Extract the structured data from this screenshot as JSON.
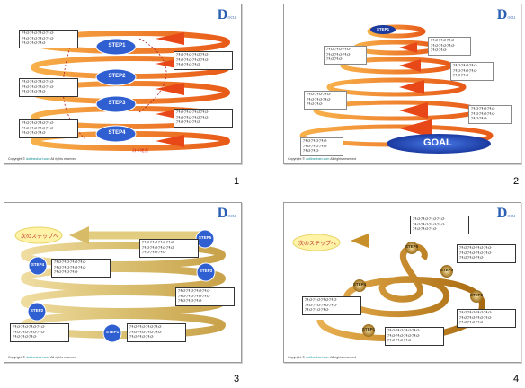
{
  "logo": {
    "letter": "D",
    "sub": "ocu"
  },
  "footer": {
    "prefix": "Copyright ©",
    "link": "dotlinechart.com",
    "suffix": "All rights reserved"
  },
  "slides": [
    {
      "number": "1",
      "steps": [
        "STEP1",
        "STEP2",
        "STEP3",
        "STEP4"
      ],
      "note": "ｽﾀｰﾄ地点",
      "boxes": [
        [
          "ﾃｷｽﾄﾃｷｽﾄﾃｷｽﾄﾃｷｽﾄ",
          "ﾃｷｽﾄﾃｷｽﾄﾃｷｽﾄﾃｷｽﾄ",
          "ﾃｷｽﾄﾃｷｽﾄﾃｷｽﾄ"
        ],
        [
          "ﾃｷｽﾄﾃｷｽﾄﾃｷｽﾄﾃｷｽﾄ",
          "ﾃｷｽﾄﾃｷｽﾄﾃｷｽﾄﾃｷｽﾄ",
          "ﾃｷｽﾄﾃｷｽﾄﾃｷｽﾄ"
        ],
        [
          "ﾃｷｽﾄﾃｷｽﾄﾃｷｽﾄﾃｷｽﾄ",
          "ﾃｷｽﾄﾃｷｽﾄﾃｷｽﾄﾃｷｽﾄ",
          "ﾃｷｽﾄﾃｷｽﾄﾃｷｽﾄ"
        ],
        [
          "ﾃｷｽﾄﾃｷｽﾄﾃｷｽﾄﾃｷｽﾄ",
          "ﾃｷｽﾄﾃｷｽﾄﾃｷｽﾄﾃｷｽﾄ",
          "ﾃｷｽﾄﾃｷｽﾄﾃｷｽﾄ"
        ],
        [
          "ﾃｷｽﾄﾃｷｽﾄﾃｷｽﾄﾃｷｽﾄ",
          "ﾃｷｽﾄﾃｷｽﾄﾃｷｽﾄﾃｷｽﾄ",
          "ﾃｷｽﾄﾃｷｽﾄﾃｷｽﾄ"
        ]
      ]
    },
    {
      "number": "2",
      "steps": [
        "STEP1"
      ],
      "goal": "GOAL",
      "boxes": [
        [
          "ﾃｷｽﾄﾃｷｽﾄﾃｷｽﾄ",
          "ﾃｷｽﾄﾃｷｽﾄﾃｷｽﾄ",
          "ﾃｷｽﾄﾃｷｽﾄ"
        ],
        [
          "ﾃｷｽﾄﾃｷｽﾄﾃｷｽﾄ",
          "ﾃｷｽﾄﾃｷｽﾄﾃｷｽﾄ",
          "ﾃｷｽﾄﾃｷｽﾄ"
        ],
        [
          "ﾃｷｽﾄﾃｷｽﾄﾃｷｽﾄ",
          "ﾃｷｽﾄﾃｷｽﾄﾃｷｽﾄ",
          "ﾃｷｽﾄﾃｷｽﾄ"
        ],
        [
          "ﾃｷｽﾄﾃｷｽﾄﾃｷｽﾄ",
          "ﾃｷｽﾄﾃｷｽﾄﾃｷｽﾄ",
          "ﾃｷｽﾄﾃｷｽﾄ"
        ],
        [
          "ﾃｷｽﾄﾃｷｽﾄﾃｷｽﾄ",
          "ﾃｷｽﾄﾃｷｽﾄﾃｷｽﾄ",
          "ﾃｷｽﾄﾃｷｽﾄ"
        ],
        [
          "ﾃｷｽﾄﾃｷｽﾄﾃｷｽﾄ",
          "ﾃｷｽﾄﾃｷｽﾄﾃｷｽﾄ",
          "ﾃｷｽﾄﾃｷｽﾄ"
        ]
      ]
    },
    {
      "number": "3",
      "next": "次のステップへ",
      "steps": [
        "STEP5",
        "STEP4",
        "STEP3",
        "STEP2",
        "STEP1"
      ],
      "boxes": [
        [
          "ﾃｷｽﾄﾃｷｽﾄﾃｷｽﾄﾃｷｽﾄ",
          "ﾃｷｽﾄﾃｷｽﾄﾃｷｽﾄﾃｷｽﾄ",
          "ﾃｷｽﾄﾃｷｽﾄﾃｷｽﾄ"
        ],
        [
          "ﾃｷｽﾄﾃｷｽﾄﾃｷｽﾄﾃｷｽﾄ",
          "ﾃｷｽﾄﾃｷｽﾄﾃｷｽﾄﾃｷｽﾄ",
          "ﾃｷｽﾄﾃｷｽﾄﾃｷｽﾄ"
        ],
        [
          "ﾃｷｽﾄﾃｷｽﾄﾃｷｽﾄﾃｷｽﾄ",
          "ﾃｷｽﾄﾃｷｽﾄﾃｷｽﾄﾃｷｽﾄ",
          "ﾃｷｽﾄﾃｷｽﾄﾃｷｽﾄ"
        ],
        [
          "ﾃｷｽﾄﾃｷｽﾄﾃｷｽﾄﾃｷｽﾄ",
          "ﾃｷｽﾄﾃｷｽﾄﾃｷｽﾄﾃｷｽﾄ",
          "ﾃｷｽﾄﾃｷｽﾄﾃｷｽﾄ"
        ],
        [
          "ﾃｷｽﾄﾃｷｽﾄﾃｷｽﾄﾃｷｽﾄ",
          "ﾃｷｽﾄﾃｷｽﾄﾃｷｽﾄﾃｷｽﾄ",
          "ﾃｷｽﾄﾃｷｽﾄﾃｷｽﾄ"
        ]
      ]
    },
    {
      "number": "4",
      "next": "次のステップへ",
      "steps": [
        "STEP5",
        "STEP3",
        "STEP4",
        "STEP2",
        "STEP1"
      ],
      "boxes": [
        [
          "ﾃｷｽﾄﾃｷｽﾄﾃｷｽﾄﾃｷｽﾄ",
          "ﾃｷｽﾄﾃｷｽﾄﾃｷｽﾄﾃｷｽﾄ",
          "ﾃｷｽﾄﾃｷｽﾄﾃｷｽﾄ"
        ],
        [
          "ﾃｷｽﾄﾃｷｽﾄﾃｷｽﾄﾃｷｽﾄ",
          "ﾃｷｽﾄﾃｷｽﾄﾃｷｽﾄﾃｷｽﾄ",
          "ﾃｷｽﾄﾃｷｽﾄﾃｷｽﾄ"
        ],
        [
          "ﾃｷｽﾄﾃｷｽﾄﾃｷｽﾄﾃｷｽﾄ",
          "ﾃｷｽﾄﾃｷｽﾄﾃｷｽﾄﾃｷｽﾄ",
          "ﾃｷｽﾄﾃｷｽﾄﾃｷｽﾄ"
        ],
        [
          "ﾃｷｽﾄﾃｷｽﾄﾃｷｽﾄﾃｷｽﾄ",
          "ﾃｷｽﾄﾃｷｽﾄﾃｷｽﾄﾃｷｽﾄ",
          "ﾃｷｽﾄﾃｷｽﾄﾃｷｽﾄ"
        ],
        [
          "ﾃｷｽﾄﾃｷｽﾄﾃｷｽﾄﾃｷｽﾄ",
          "ﾃｷｽﾄﾃｷｽﾄﾃｷｽﾄﾃｷｽﾄ",
          "ﾃｷｽﾄﾃｷｽﾄﾃｷｽﾄ"
        ]
      ]
    }
  ],
  "colors": {
    "orange": "#f08a2a",
    "red_arrow": "#e0401a",
    "blue": "#2f5fd0",
    "gold": "#c9a24a",
    "cream": "#fff3a8"
  }
}
